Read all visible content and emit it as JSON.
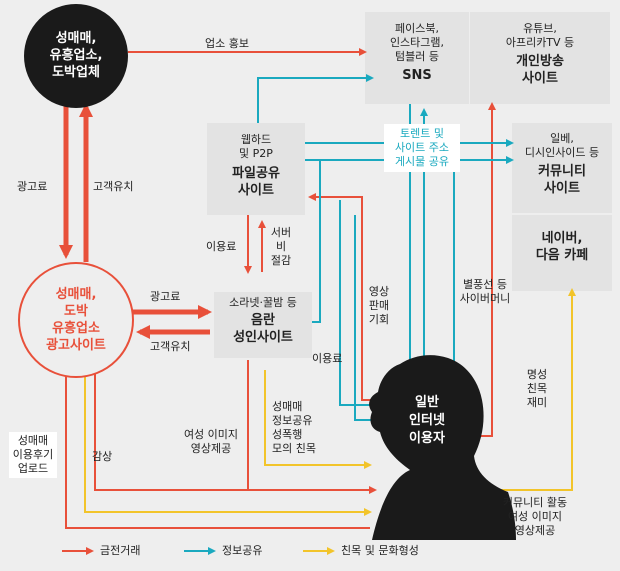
{
  "nodes": {
    "top_left": {
      "line1": "성매매,",
      "line2": "유흥업소,",
      "line3": "도박업체"
    },
    "sns": {
      "sub1": "페이스북,",
      "sub2": "인스타그램,",
      "sub3": "텀블러 등",
      "title": "SNS"
    },
    "broadcast": {
      "sub1": "유튜브,",
      "sub2": "아프리카TV 등",
      "title1": "개인방송",
      "title2": "사이트"
    },
    "webhard": {
      "sub1": "웹하드",
      "sub2": "및 P2P",
      "title1": "파일공유",
      "title2": "사이트"
    },
    "community": {
      "sub1": "일베,",
      "sub2": "디시인사이드 등",
      "title1": "커뮤니티",
      "title2": "사이트"
    },
    "portal": {
      "title1": "네이버,",
      "title2": "다음 카페"
    },
    "ad_site": {
      "line1": "성매매,",
      "line2": "도박",
      "line3": "유흥업소",
      "line4": "광고사이트"
    },
    "adult": {
      "sub1": "소라넷·꿀밤 등",
      "title1": "음란",
      "title2": "성인사이트"
    },
    "user": {
      "line1": "일반",
      "line2": "인터넷",
      "line3": "이용자"
    }
  },
  "torrent_box": {
    "line1": "토렌트 및",
    "line2": "사이트 주소",
    "line3": "게시물 공유"
  },
  "labels": {
    "business_promo": "업소 홍보",
    "ad_fee_left": "광고료",
    "customer_left": "고객유치",
    "ad_fee_mid": "광고료",
    "customer_mid": "고객유치",
    "usage_fee_1": "이용료",
    "server_cost_1": "서버비",
    "server_cost_2": "절감",
    "video_sale_1": "영상",
    "video_sale_2": "판매",
    "video_sale_3": "기회",
    "usage_fee_2": "이용료",
    "star_balloon_1": "별풍선 등",
    "star_balloon_2": "사이버머니",
    "fame_1": "명성",
    "fame_2": "친목",
    "fame_3": "재미",
    "sex_share_1": "성매매",
    "sex_share_2": "정보공유",
    "sex_share_3": "성폭행",
    "sex_share_4": "모의 친목",
    "female_img_1": "여성 이미지",
    "female_img_2": "영상제공",
    "review_1": "성매매",
    "review_2": "이용후기",
    "review_3": "업로드",
    "appreciation": "감상",
    "community_act_1": "커뮤니티 활동",
    "community_act_2": "여성 이미지",
    "community_act_3": "영상제공"
  },
  "legend": [
    {
      "label": "금전거래",
      "color": "#e8503a"
    },
    {
      "label": "정보공유",
      "color": "#1aa9bf"
    },
    {
      "label": "친목 및 문화형성",
      "color": "#f2c42a"
    }
  ],
  "colors": {
    "money": "#e8503a",
    "info": "#1aa9bf",
    "social": "#f2c42a",
    "dark": "#1a1a1a"
  }
}
